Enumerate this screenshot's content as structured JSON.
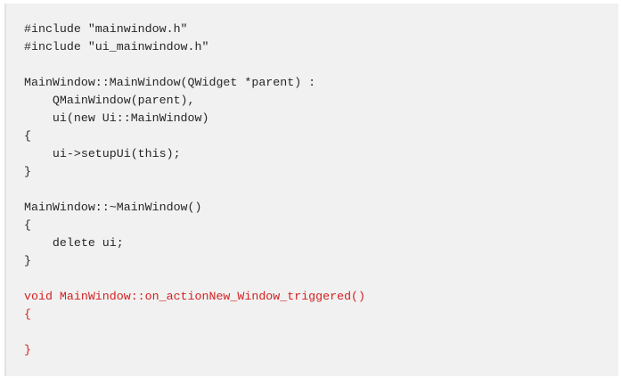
{
  "code": {
    "language": "cpp",
    "highlight_color": "#d42020",
    "lines": [
      {
        "text": "#include \"mainwindow.h\"",
        "highlight": false
      },
      {
        "text": "#include \"ui_mainwindow.h\"",
        "highlight": false
      },
      {
        "text": "",
        "highlight": false
      },
      {
        "text": "MainWindow::MainWindow(QWidget *parent) :",
        "highlight": false
      },
      {
        "text": "    QMainWindow(parent),",
        "highlight": false
      },
      {
        "text": "    ui(new Ui::MainWindow)",
        "highlight": false
      },
      {
        "text": "{",
        "highlight": false
      },
      {
        "text": "    ui->setupUi(this);",
        "highlight": false
      },
      {
        "text": "}",
        "highlight": false
      },
      {
        "text": "",
        "highlight": false
      },
      {
        "text": "MainWindow::~MainWindow()",
        "highlight": false
      },
      {
        "text": "{",
        "highlight": false
      },
      {
        "text": "    delete ui;",
        "highlight": false
      },
      {
        "text": "}",
        "highlight": false
      },
      {
        "text": "",
        "highlight": false
      },
      {
        "text": "void MainWindow::on_actionNew_Window_triggered()",
        "highlight": true
      },
      {
        "text": "{",
        "highlight": true
      },
      {
        "text": "",
        "highlight": true
      },
      {
        "text": "}",
        "highlight": true
      }
    ]
  }
}
